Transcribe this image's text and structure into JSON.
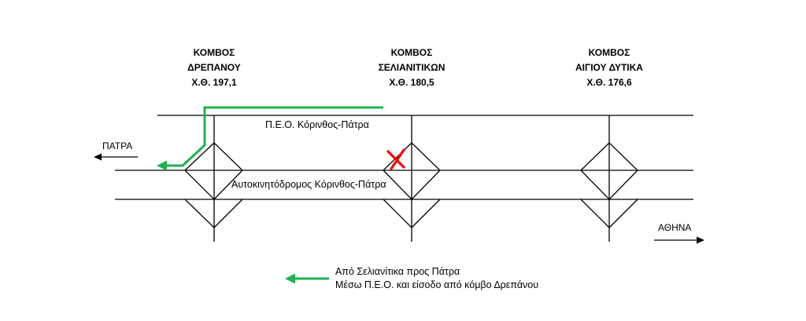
{
  "junctions": [
    {
      "type": "ΚΟΜΒΟΣ",
      "name": "ΔΡΕΠΑΝΟΥ",
      "km": "Χ.Θ. 197,1"
    },
    {
      "type": "ΚΟΜΒΟΣ",
      "name": "ΣΕΛΙΑΝΙΤΙΚΩΝ",
      "km": "Χ.Θ. 180,5"
    },
    {
      "type": "ΚΟΜΒΟΣ",
      "name": "ΑΙΓΙΟΥ ΔΥΤΙΚΑ",
      "km": "Χ.Θ. 176,6"
    }
  ],
  "roads": {
    "old_national": "Π.Ε.Ο. Κόρινθος-Πάτρα",
    "motorway": "Αυτοκινητόδρομος Κόρινθος-Πάτρα"
  },
  "directions": {
    "west": "ΠΑΤΡΑ",
    "east": "ΑΘΗΝΑ"
  },
  "legend": {
    "line1": "Από Σελιανίτικα προς Πάτρα",
    "line2": "Μέσω Π.Ε.Ο. και είσοδο από κόμβο Δρεπάνου"
  },
  "colors": {
    "route": "#1db350",
    "closed": "#ff0000",
    "lines": "#000000"
  },
  "icons": {
    "closed_marker": "red-x-icon",
    "route_arrow": "green-arrow-icon"
  }
}
